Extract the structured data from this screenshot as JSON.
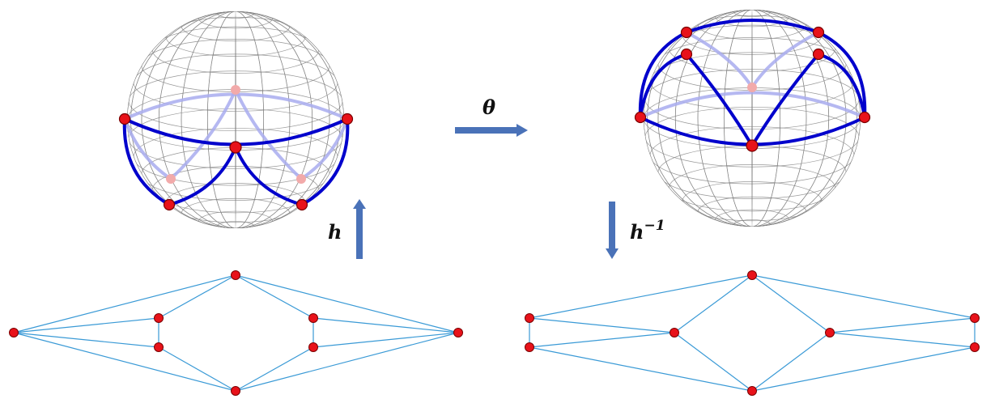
{
  "labels": {
    "theta": "θ",
    "h": "h",
    "h_inv_base": "h",
    "h_inv_exp": "−1"
  },
  "colors": {
    "wire": "#7f7f7f",
    "curve": "#0000cc",
    "curve_faded": "#a8acee",
    "node_fill": "#e8121a",
    "node_stroke": "#7a0000",
    "node_faded": "#f2aaaa",
    "edge": "#3a9ad6",
    "arrow": "#4a72b8"
  },
  "graphs": {
    "left": {
      "nodes": [
        "top",
        "left",
        "upper-left",
        "lower-left",
        "upper-right",
        "lower-right",
        "right",
        "bottom"
      ],
      "edges": [
        [
          "top",
          "left"
        ],
        [
          "top",
          "upper-left"
        ],
        [
          "top",
          "upper-right"
        ],
        [
          "top",
          "right"
        ],
        [
          "bottom",
          "left"
        ],
        [
          "bottom",
          "lower-left"
        ],
        [
          "bottom",
          "lower-right"
        ],
        [
          "bottom",
          "right"
        ],
        [
          "left",
          "upper-left"
        ],
        [
          "left",
          "lower-left"
        ],
        [
          "right",
          "upper-right"
        ],
        [
          "right",
          "lower-right"
        ],
        [
          "upper-left",
          "lower-left"
        ],
        [
          "upper-right",
          "lower-right"
        ]
      ]
    },
    "right": {
      "nodes": [
        "top",
        "upper-left",
        "lower-left",
        "mid-left",
        "mid-right",
        "upper-right",
        "lower-right",
        "bottom"
      ],
      "edges": [
        [
          "top",
          "upper-left"
        ],
        [
          "top",
          "mid-left"
        ],
        [
          "top",
          "mid-right"
        ],
        [
          "top",
          "upper-right"
        ],
        [
          "bottom",
          "lower-left"
        ],
        [
          "bottom",
          "mid-left"
        ],
        [
          "bottom",
          "mid-right"
        ],
        [
          "bottom",
          "lower-right"
        ],
        [
          "upper-left",
          "lower-left"
        ],
        [
          "upper-right",
          "lower-right"
        ],
        [
          "upper-left",
          "mid-left"
        ],
        [
          "lower-left",
          "mid-left"
        ],
        [
          "upper-right",
          "mid-right"
        ],
        [
          "lower-right",
          "mid-right"
        ]
      ]
    }
  }
}
